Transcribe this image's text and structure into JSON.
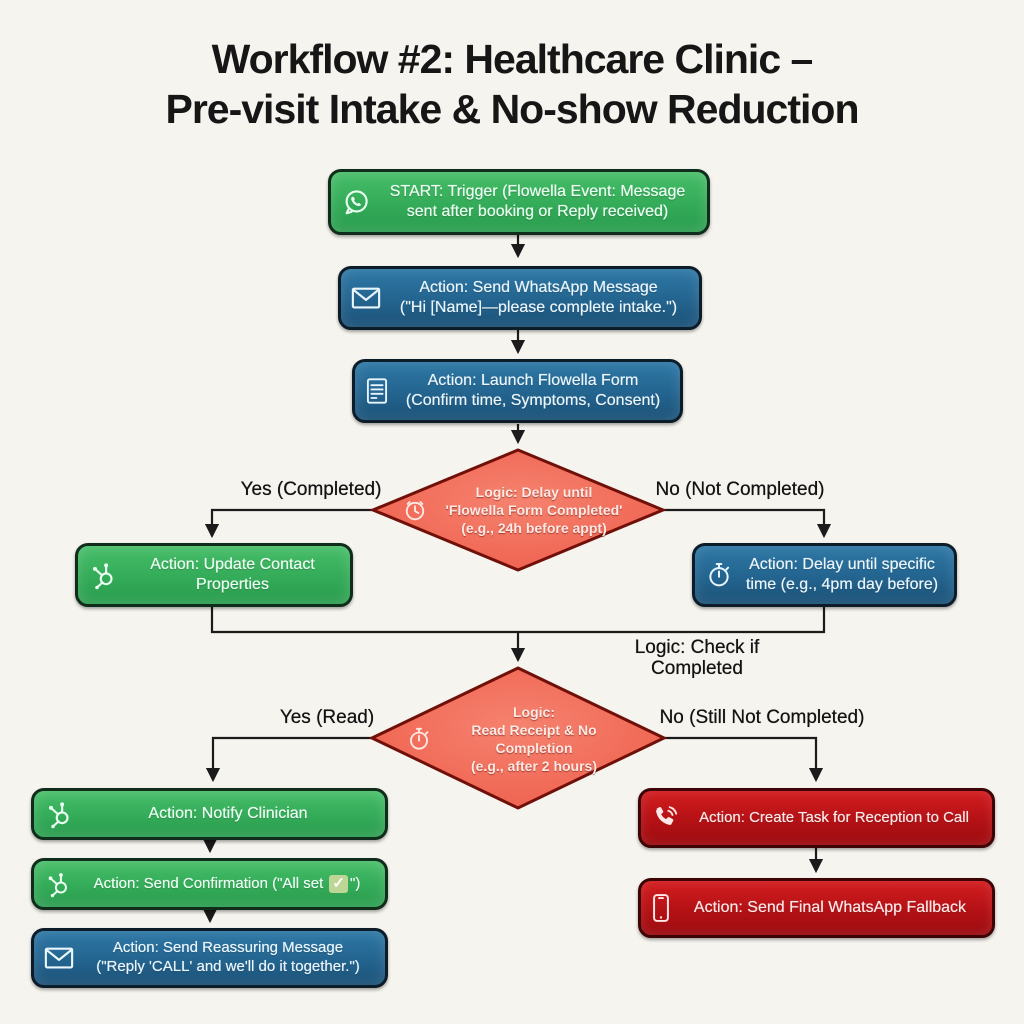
{
  "title": {
    "line1": "Workflow #2: Healthcare Clinic –",
    "line2": "Pre-visit Intake & No-show Reduction"
  },
  "colors": {
    "background": "#f6f4ee",
    "green_node": "#33ab58",
    "blue_node": "#23648f",
    "red_node": "#b41115",
    "diamond_fill": "#f26b5b",
    "diamond_border": "#701009",
    "connector": "#1b1b1b"
  },
  "nodes": {
    "start": {
      "icon": "whatsapp-icon",
      "line1": "START: Trigger (Flowella Event: Message",
      "line2": "sent after booking or Reply received)"
    },
    "send_message": {
      "icon": "envelope-icon",
      "line1": "Action: Send WhatsApp Message",
      "line2": "(\"Hi [Name]—please complete intake.\")"
    },
    "launch_form": {
      "icon": "form-icon",
      "line1": "Action: Launch Flowella Form",
      "line2": "(Confirm time, Symptoms, Consent)"
    },
    "delay_until_completed": {
      "icon": "clock-icon",
      "line1": "Logic: Delay until",
      "line2": "'Flowella Form Completed'",
      "line3": "(e.g., 24h before appt)"
    },
    "update_contact": {
      "icon": "sprocket-icon",
      "line1": "Action: Update Contact",
      "line2": "Properties"
    },
    "delay_specific": {
      "icon": "stopwatch-icon",
      "line1": "Action: Delay until specific",
      "line2": "time (e.g., 4pm day before)"
    },
    "read_receipt": {
      "icon": "stopwatch-icon",
      "line1": "Logic:",
      "line2": "Read Receipt & No",
      "line3": "Completion",
      "line4": "(e.g., after 2 hours)"
    },
    "notify_clinician": {
      "icon": "sprocket-icon",
      "label": "Action: Notify Clinician"
    },
    "send_confirmation": {
      "icon": "sprocket-icon",
      "label_prefix": "Action: Send Confirmation (\"All set ",
      "check": "✓",
      "label_suffix": "\")"
    },
    "send_reassuring": {
      "icon": "envelope-icon",
      "line1": "Action: Send Reassuring Message",
      "line2": "(\"Reply 'CALL' and we'll do it together.\")"
    },
    "create_task": {
      "icon": "phone-call-icon",
      "label": "Action: Create Task for Reception to Call"
    },
    "send_fallback": {
      "icon": "mobile-icon",
      "label": "Action: Send Final WhatsApp Fallback"
    }
  },
  "edge_labels": {
    "yes_completed": "Yes (Completed)",
    "no_not_completed": "No (Not Completed)",
    "check_if_completed": "Logic: Check if Completed",
    "yes_read": "Yes (Read)",
    "no_still_not_completed": "No (Still Not Completed)"
  }
}
